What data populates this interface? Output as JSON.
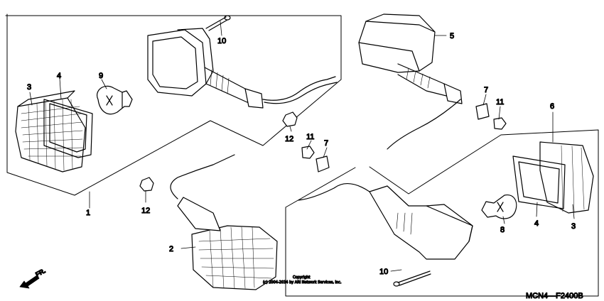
{
  "diagram": {
    "code": "MCN4—F2400B",
    "copyright_line1": "Copyright",
    "copyright_line2": "(c) 2004-2014 by ARI Network Services, Inc.",
    "direction_label": "FR.",
    "callouts": {
      "c1": "1",
      "c2": "2",
      "c3a": "3",
      "c3b": "3",
      "c4a": "4",
      "c4b": "4",
      "c5": "5",
      "c6": "6",
      "c7a": "7",
      "c7b": "7",
      "c8": "8",
      "c9": "9",
      "c10a": "10",
      "c10b": "10",
      "c11a": "11",
      "c11b": "11",
      "c12a": "12",
      "c12b": "12"
    }
  }
}
